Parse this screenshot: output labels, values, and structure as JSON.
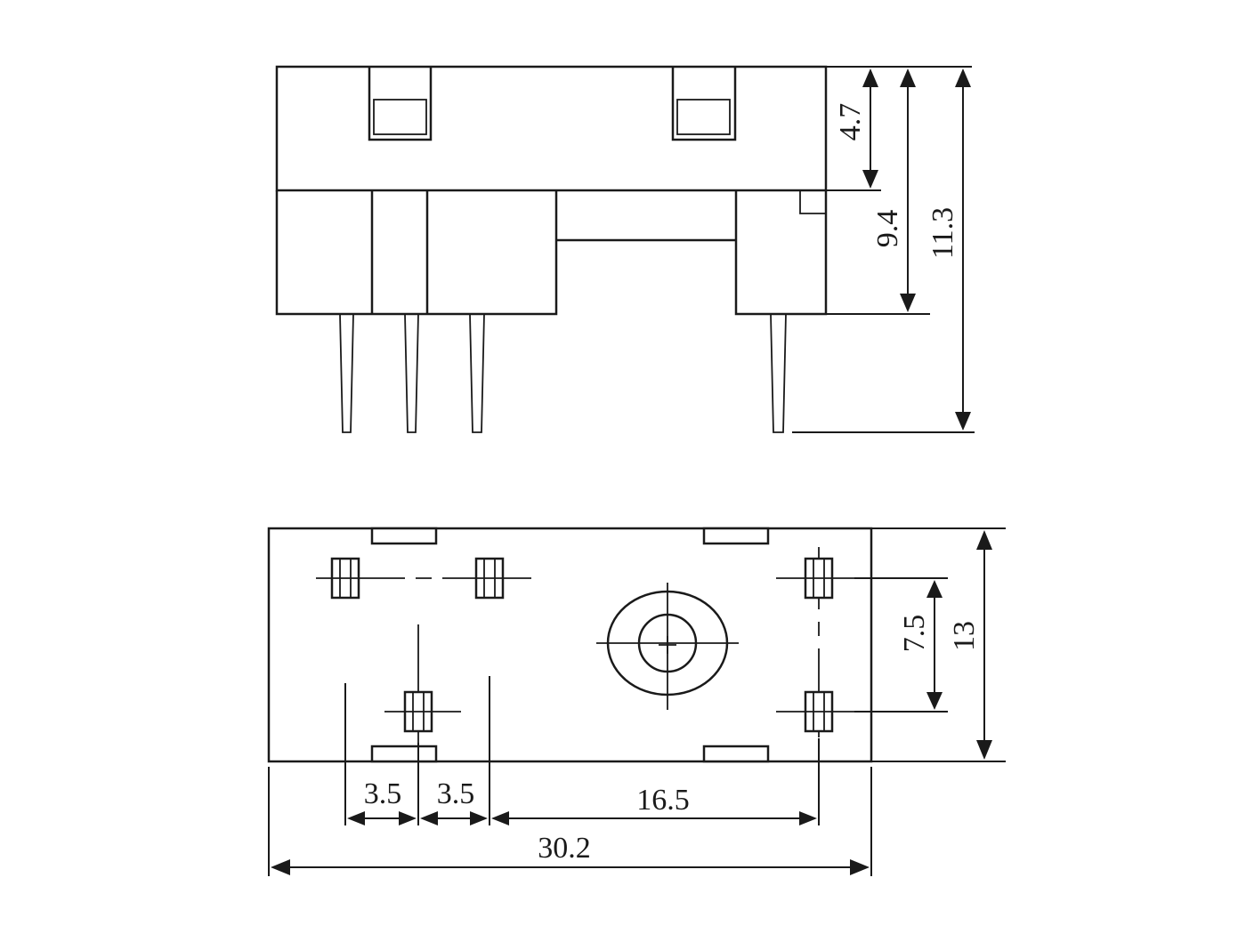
{
  "diagram": {
    "side_view": {
      "dimensions": {
        "d1": "4.7",
        "d2": "9.4",
        "d3": "11.3"
      }
    },
    "bottom_view": {
      "dimensions": {
        "pitch_a": "3.5",
        "pitch_b": "3.5",
        "pitch_c": "16.5",
        "overall_width": "30.2",
        "pin_spacing": "7.5",
        "overall_height": "13"
      }
    }
  }
}
